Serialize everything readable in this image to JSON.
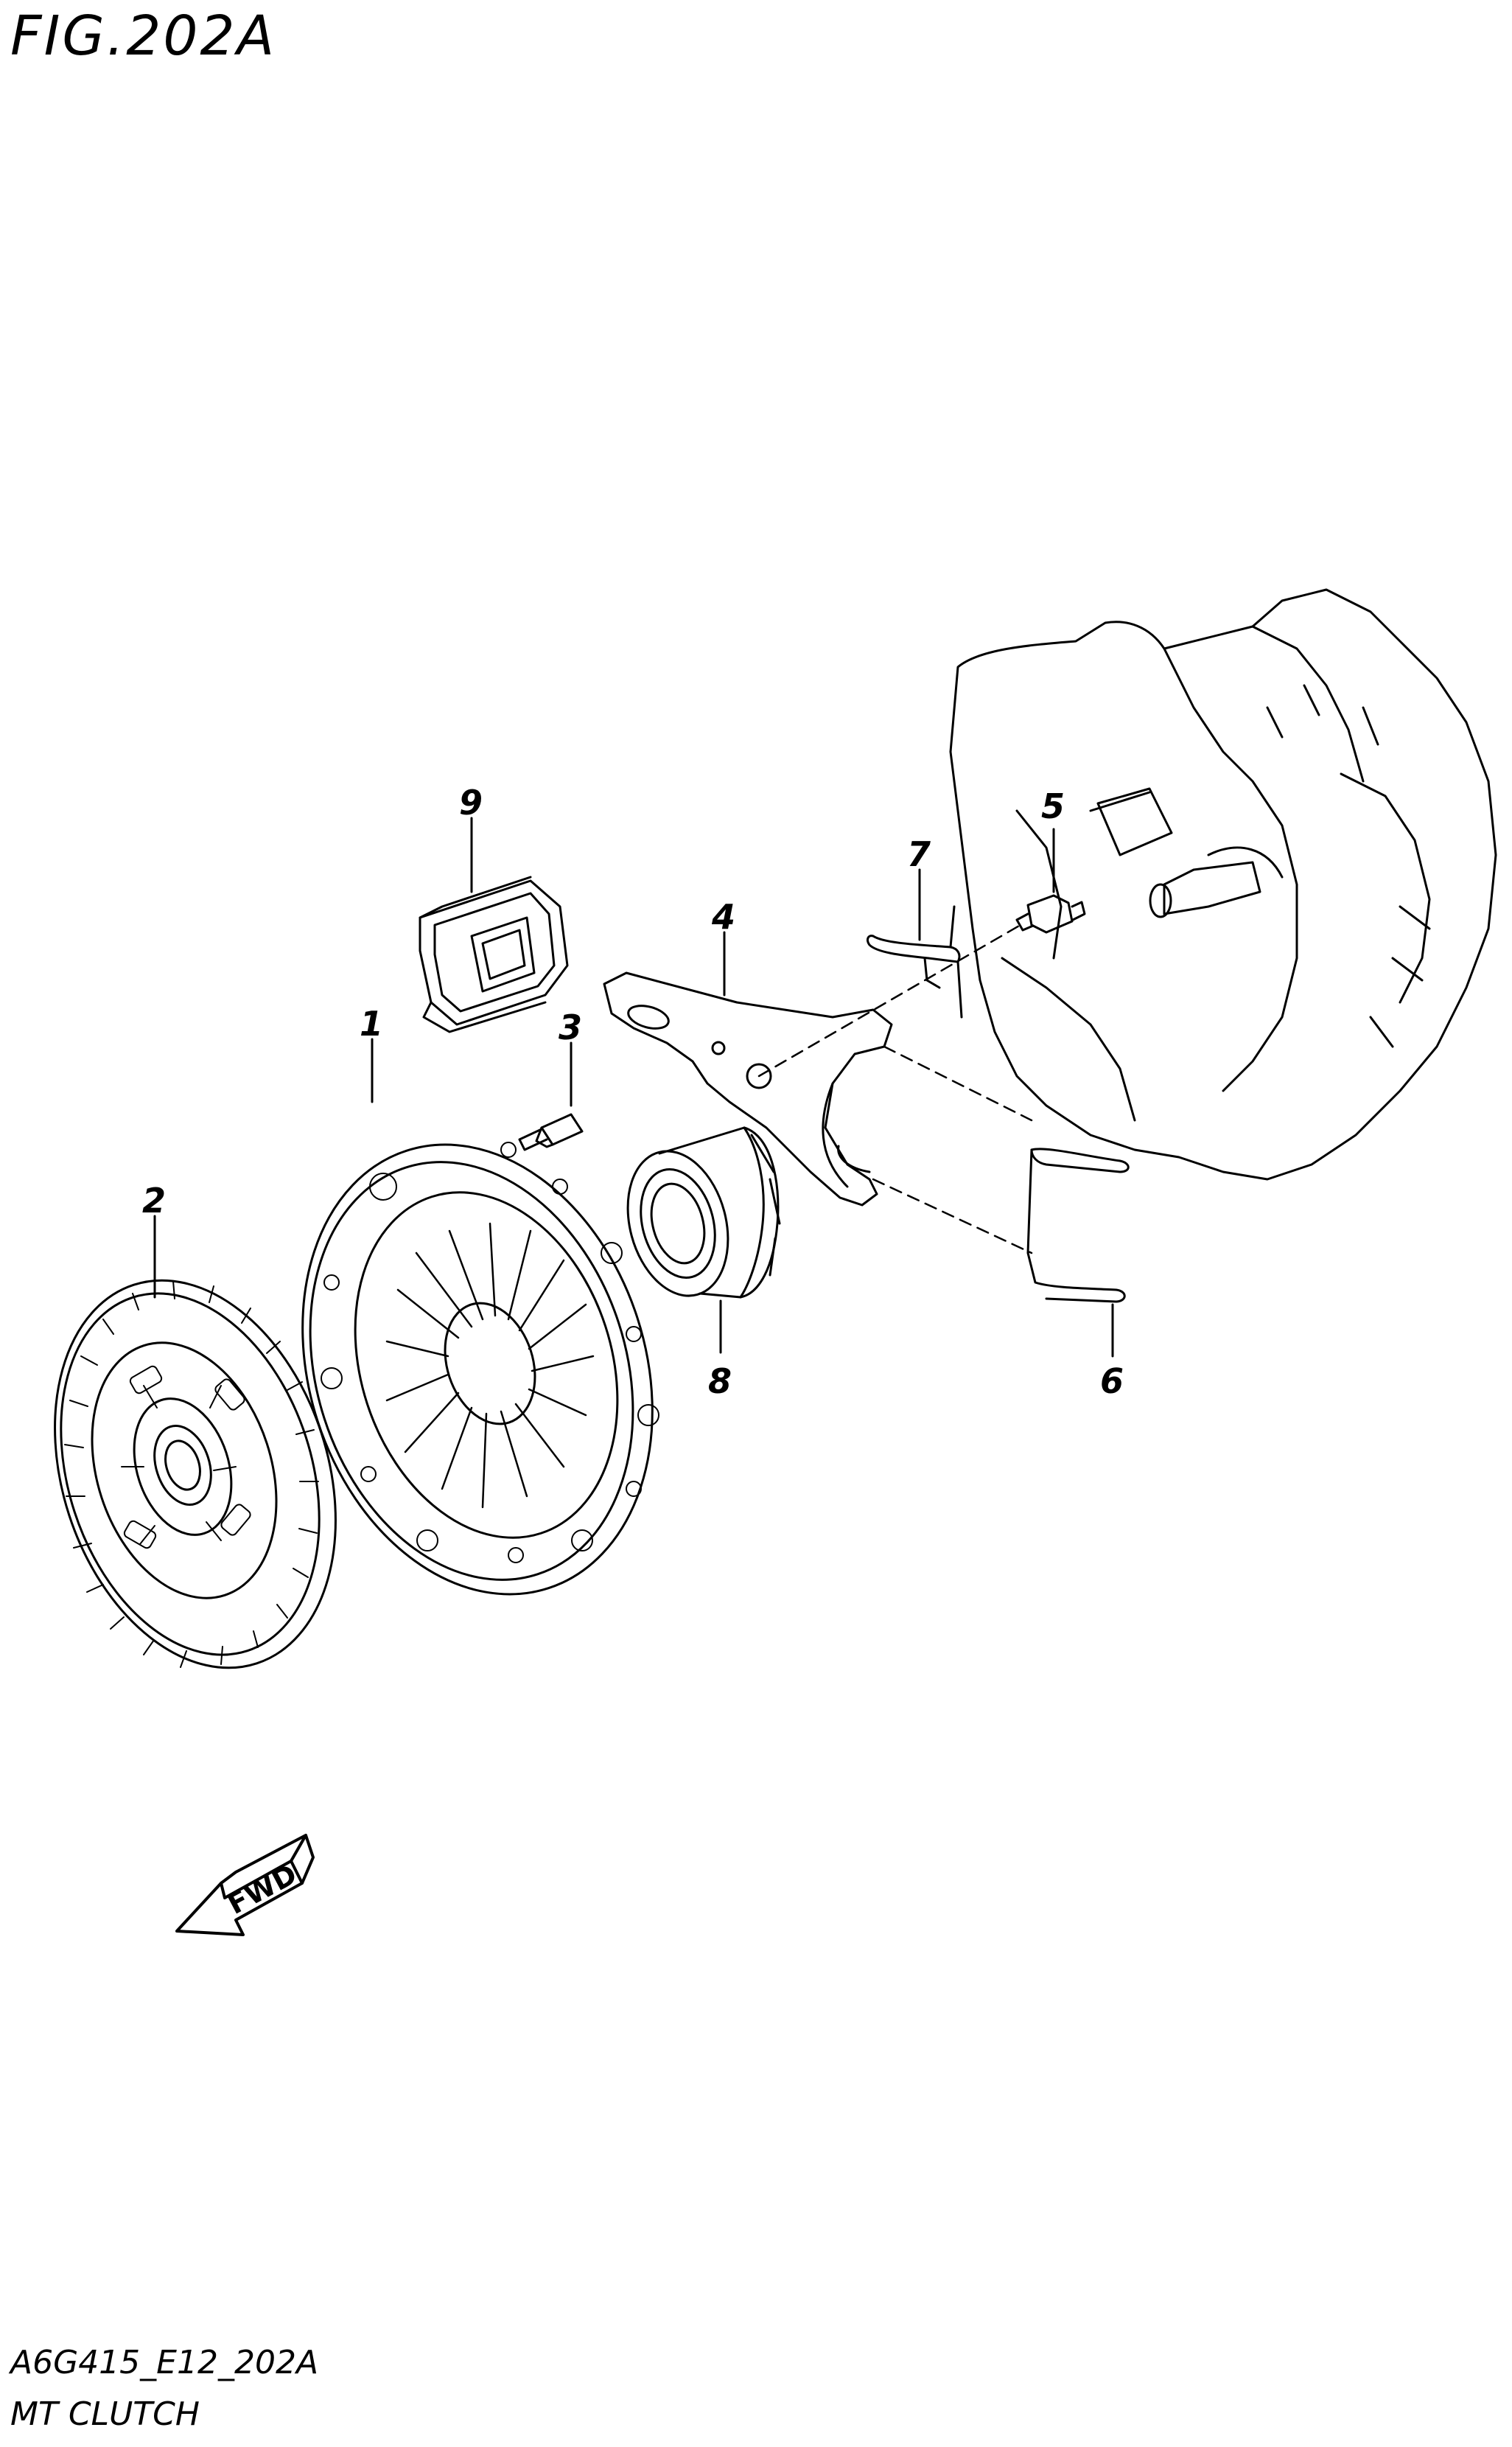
{
  "figure": {
    "title": "FIG.202A"
  },
  "callouts": [
    {
      "id": "1",
      "label": "1"
    },
    {
      "id": "2",
      "label": "2"
    },
    {
      "id": "3",
      "label": "3"
    },
    {
      "id": "4",
      "label": "4"
    },
    {
      "id": "5",
      "label": "5"
    },
    {
      "id": "6",
      "label": "6"
    },
    {
      "id": "7",
      "label": "7"
    },
    {
      "id": "8",
      "label": "8"
    },
    {
      "id": "9",
      "label": "9"
    }
  ],
  "direction_arrow": {
    "label": "FWD"
  },
  "footer": {
    "code": "A6G415_E12_202A",
    "name": "MT CLUTCH"
  }
}
